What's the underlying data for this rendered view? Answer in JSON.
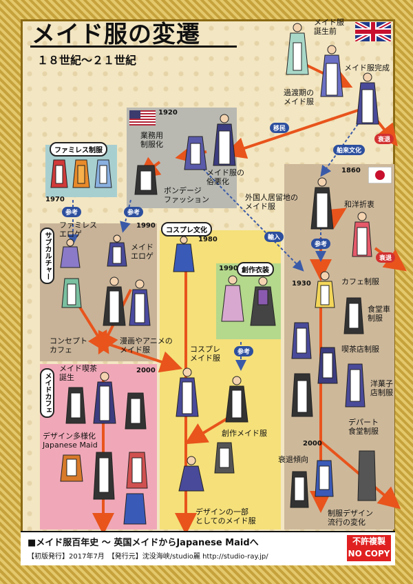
{
  "title": "メイド服の変遷",
  "subtitle": "１８世紀〜２１世紀",
  "years": {
    "uk_1920": "1920",
    "y1860": "1860",
    "y1970": "1970",
    "y1990_famires": "1990",
    "y1980": "1980",
    "y1990_sosaku": "1990",
    "y1930": "1930",
    "y2000_cafe": "2000",
    "y2000_jp": "2000"
  },
  "labels": {
    "maid_pre": "メイド服\n誕生前",
    "maid_done": "メイド服完成",
    "transition": "過渡期の\nメイド服",
    "business": "業務用\n制服化",
    "vulgar": "メイド服の\n俗悪化",
    "bondage": "ボンデージ\nファッション",
    "foreigner": "外国人居留地の\nメイド服",
    "japanese": "和洋折衷",
    "famires_eroge": "ファミレス\nエロゲ",
    "maid_eroge": "メイド\nエロゲ",
    "cafe_uniform": "カフェ制服",
    "dining_car": "食堂車\n制服",
    "kissaten": "喫茶店制服",
    "concept_cafe": "コンセプト\nカフェ",
    "manga_anime": "漫画やアニメの\nメイド服",
    "cosplay_maid": "コスプレ\nメイド服",
    "maid_kissa_born": "メイド喫茶\n誕生",
    "pastry": "洋菓子\n店制服",
    "design_variety": "デザイン多様化\nJapanese Maid",
    "department": "デパート\n食堂制服",
    "creative_maid": "創作メイド服",
    "decline": "衰退傾向",
    "design_part": "デザインの一部\nとしてのメイド服",
    "uniform_change": "制服デザイン\n流行の変化"
  },
  "tags": {
    "exodus": "移民",
    "shipping": "舶来文化",
    "decline_uk": "衰退",
    "decline_jp": "衰退",
    "import": "輸入",
    "ref1": "参考",
    "ref2": "参考",
    "ref3": "参考",
    "ref4": "参考"
  },
  "box_labels": {
    "famires": "ファミレス制服",
    "cosplay": "コスプレ文化",
    "sosaku": "創作衣装",
    "subculture": "サブカルチャー",
    "maidcafe": "メイドカフェ"
  },
  "footer": {
    "line1": "■メイド服百年史 〜 英国メイドからJapanese Maidへ",
    "line2": "【初版発行】2017年7月　【発行元】沈没海峡/studio麗 http://studio-ray.jp/",
    "badge1": "不許複製",
    "badge2": "NO COPY"
  },
  "colors": {
    "frame": "#d6b34a",
    "arrow": "#e8541c",
    "dashed": "#3a5aa8",
    "zone_us": "#b7b7b0",
    "zone_jp": "#cdb89a",
    "zone_sub": "#c8b398",
    "zone_cos": "#f5e07a",
    "zone_cafe": "#f0a8b8",
    "zone_famires": "#a8cfd0",
    "zone_sosaku": "#b4d88c",
    "tag_blue": "#2d4f9e",
    "tag_red": "#d23030"
  }
}
